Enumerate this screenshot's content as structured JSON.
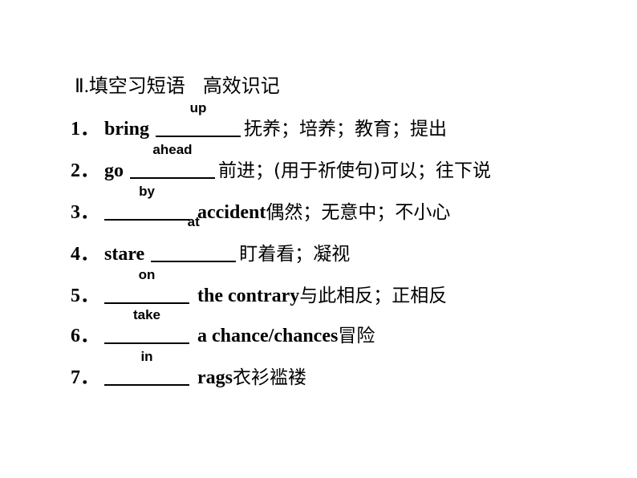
{
  "title": {
    "roman": "Ⅱ.",
    "heading": "填空习短语",
    "subheading": "高效识记"
  },
  "items": [
    {
      "num": "1．",
      "pre": "bring",
      "answer": "up",
      "post_en": "",
      "post_zh": "抚养；培养；教育；提出"
    },
    {
      "num": "2．",
      "pre": "go",
      "answer": "ahead",
      "post_en": "",
      "post_zh": "前进；(用于祈使句)可以；往下说"
    },
    {
      "num": "3．",
      "pre": "",
      "answer": "by",
      "post_en": "accident",
      "post_zh": "偶然；无意中；不小心"
    },
    {
      "num": "4．",
      "pre": "stare",
      "answer": "at",
      "post_en": "",
      "post_zh": "盯着看；凝视"
    },
    {
      "num": "5．",
      "pre": "",
      "answer": "on",
      "post_en": "the contrary",
      "post_zh": "与此相反；正相反"
    },
    {
      "num": "6．",
      "pre": "",
      "answer": "take",
      "post_en": "a chance/chances",
      "post_zh": "冒险"
    },
    {
      "num": "7．",
      "pre": "",
      "answer": "in",
      "post_en": "rags",
      "post_zh": "衣衫褴褛"
    }
  ]
}
